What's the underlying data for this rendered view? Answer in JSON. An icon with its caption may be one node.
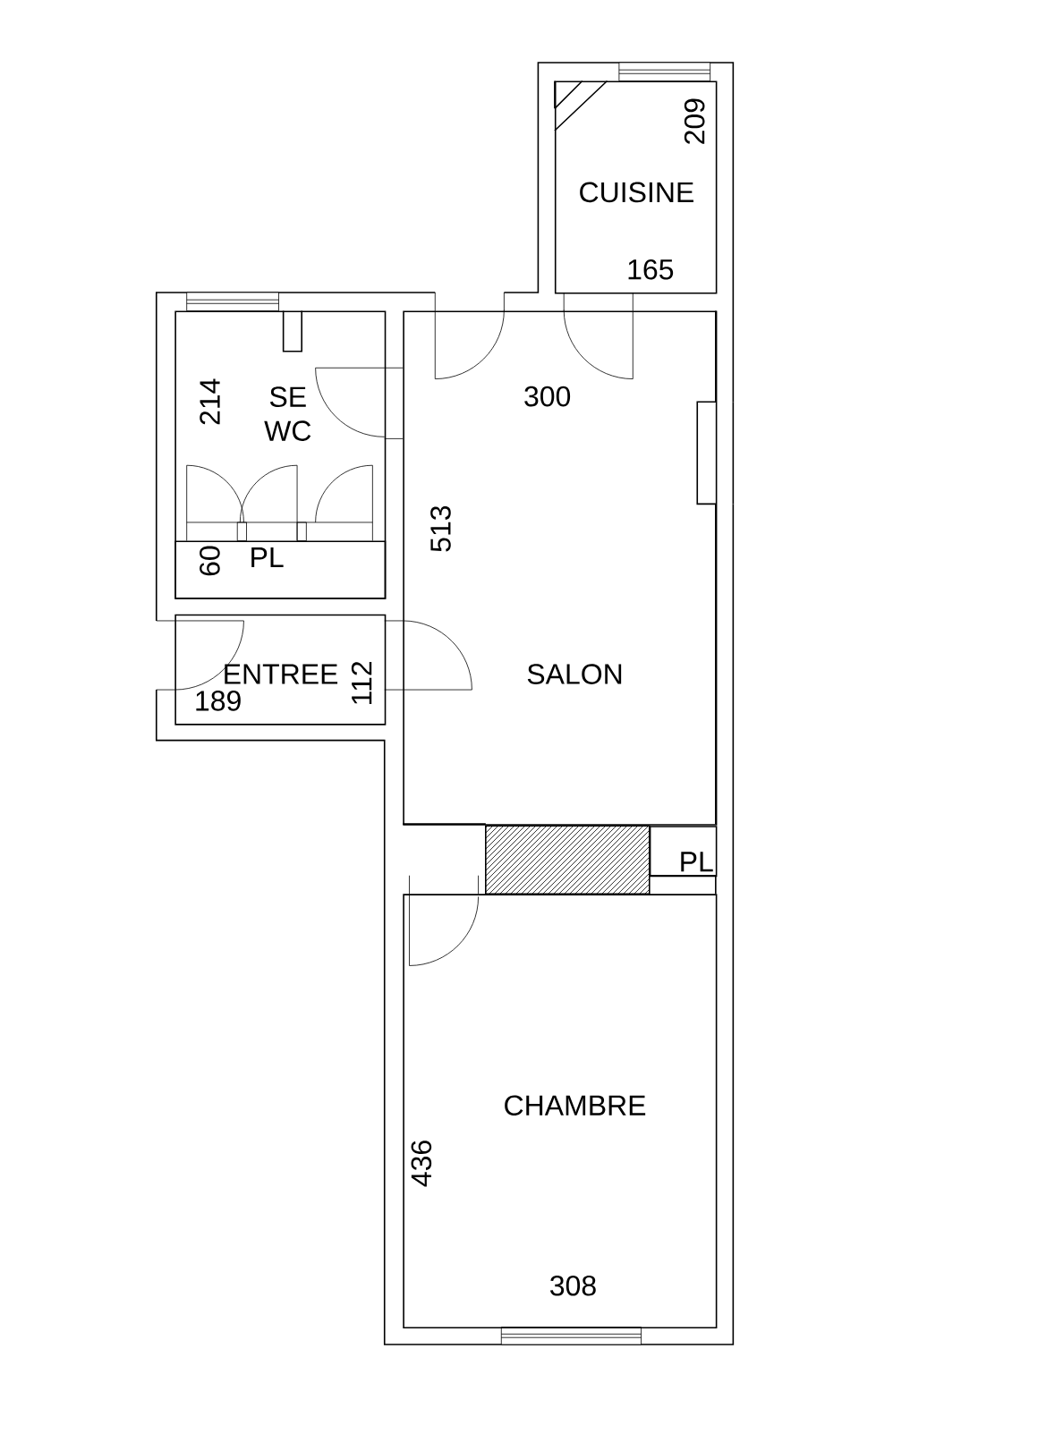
{
  "diagram": {
    "nodes": [
      {
        "text": [
          "CUISINE"
        ]
      },
      {
        "text": [
          "SE WC"
        ]
      },
      {
        "text": [
          "PL"
        ],
        "in": 1
      },
      {
        "text": [
          "ENTREE"
        ]
      },
      {
        "text": [
          "SALON"
        ]
      },
      {
        "text": [
          "PL"
        ]
      },
      {
        "text": [
          "CHAMBRE"
        ]
      }
    ],
    "labels": [
      "209",
      "165",
      "214",
      "300",
      "513",
      "60",
      "189",
      "112",
      "436",
      "308"
    ]
  }
}
